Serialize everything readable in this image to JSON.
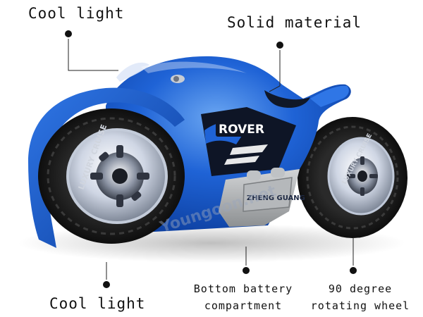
{
  "callouts": {
    "cool_light_top": "Cool light",
    "solid_material": "Solid material",
    "cool_light_bottom": "Cool light",
    "battery_line1": "Bottom battery",
    "battery_line2": "compartment",
    "wheel_line1": "90 degree",
    "wheel_line2": "rotating wheel"
  },
  "vehicle_text": {
    "side_logo": "ROVER",
    "battery_plate": "ZHENG GUANG",
    "tire_text_front": "LUXURY CRUISE",
    "tire_text_rear": "LUXURY CRUISE"
  },
  "watermark": "Youngoon.net",
  "colors": {
    "body_blue": "#1f63d6",
    "body_dark_blue": "#0c3e9e",
    "body_light_blue": "#6aa6f2",
    "tire_dark": "#1c1c1c",
    "battery_grey": "#a8aaac",
    "marker_black": "#111111"
  }
}
